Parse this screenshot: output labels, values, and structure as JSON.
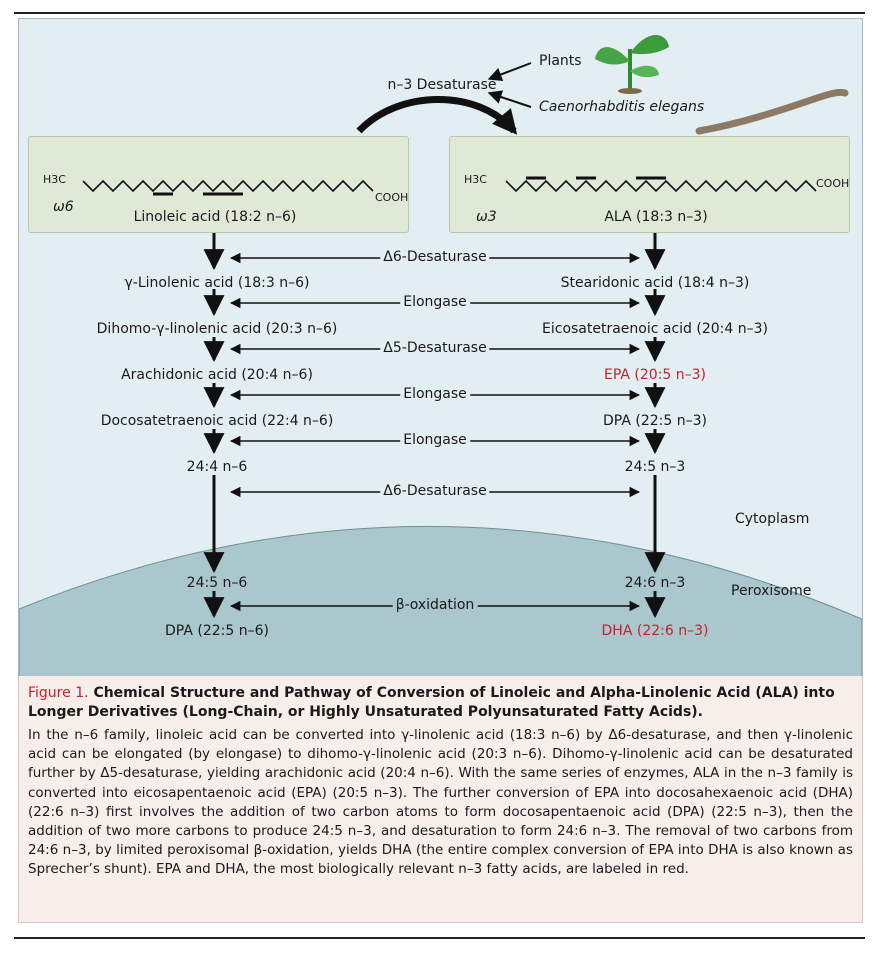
{
  "figure": {
    "top_enzyme": "n–3 Desaturase",
    "sources": [
      "Plants",
      "Caenorhabditis elegans"
    ],
    "left_box": {
      "formula_left": "H3C",
      "formula_right": "COOH",
      "omega": "ω6",
      "name": "Linoleic acid (18:2 n–6)"
    },
    "right_box": {
      "formula_left": "H3C",
      "formula_right": "COOH",
      "omega": "ω3",
      "name": "ALA (18:3 n–3)"
    },
    "steps": [
      {
        "left": "γ-Linolenic acid (18:3 n–6)",
        "right": "Stearidonic acid (18:4 n–3)",
        "enzyme": "Δ6-Desaturase"
      },
      {
        "left": "Dihomo-γ-linolenic acid (20:3 n–6)",
        "right": "Eicosatetraenoic acid (20:4 n–3)",
        "enzyme": "Elongase"
      },
      {
        "left": "Arachidonic acid (20:4 n–6)",
        "right": "EPA (20:5 n–3)",
        "enzyme": "Δ5-Desaturase"
      },
      {
        "left": "Docosatetraenoic acid (22:4 n–6)",
        "right": "DPA (22:5 n–3)",
        "enzyme": "Elongase"
      },
      {
        "left": "24:4 n–6",
        "right": "24:5 n–3",
        "enzyme": "Elongase"
      },
      {
        "left": "24:5 n–6",
        "right": "24:6 n–3",
        "enzyme": "Δ6-Desaturase"
      },
      {
        "left": "DPA (22:5 n–6)",
        "right": "DHA (22:6 n–3)",
        "enzyme": "β-oxidation"
      }
    ],
    "compartments": [
      "Cytoplasm",
      "Peroxisome"
    ],
    "colors": {
      "background": "#e3eef3",
      "peroxisome": "#a9c7cc",
      "box": "#dfe9d6",
      "highlight": "#c8202a"
    }
  },
  "caption": {
    "fig_number": "Figure 1.",
    "title": "Chemical Structure and Pathway of Conversion of Linoleic and Alpha-Linolenic Acid (ALA) into Longer Derivatives (Long-Chain, or Highly Unsaturated Polyunsaturated Fatty Acids).",
    "body": "In the n–6 family, linoleic acid can be converted into γ-linolenic acid (18:3 n–6) by Δ6-desaturase, and then γ-linolenic acid can be elongated (by elongase) to dihomo-γ-linolenic acid (20:3 n–6). Dihomo-γ-linolenic acid can be desaturated further by Δ5-desaturase, yielding arachidonic acid (20:4 n–6). With the same series of enzymes, ALA in the n–3 family is converted into eicosapentaenoic acid (EPA) (20:5 n–3). The further conversion of EPA into docosahexaenoic acid (DHA) (22:6 n–3) first involves the addition of two carbon atoms to form docosapentaenoic acid (DPA) (22:5 n–3), then the addition of two more carbons to produce 24:5 n–3, and desaturation to form 24:6 n–3. The removal of two carbons from 24:6 n–3, by limited peroxisomal β-oxidation, yields DHA (the entire complex conversion of EPA into DHA is also known as Sprecher’s shunt). EPA and DHA, the most biologically relevant n–3 fatty acids, are labeled in red."
  }
}
